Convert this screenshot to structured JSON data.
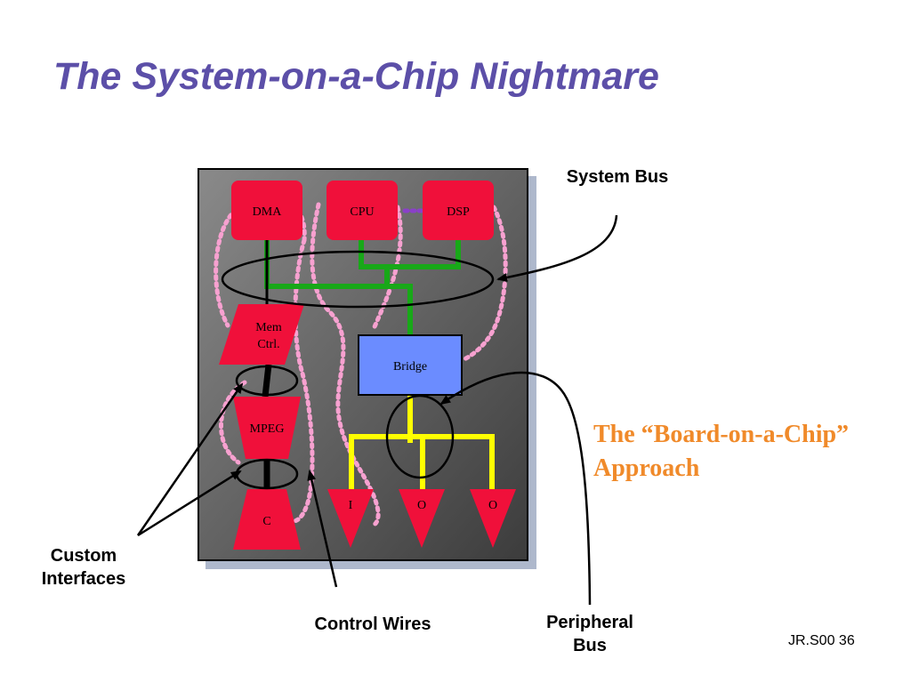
{
  "title": "The System-on-a-Chip Nightmare",
  "blocks": {
    "dma": "DMA",
    "cpu": "CPU",
    "dsp": "DSP",
    "mem_ctrl_line1": "Mem",
    "mem_ctrl_line2": "Ctrl.",
    "mpeg": "MPEG",
    "c": "C",
    "bridge": "Bridge",
    "io_i": "I",
    "io_o1": "O",
    "io_o2": "O"
  },
  "callouts": {
    "system_bus": "System Bus",
    "custom_interfaces_line1": "Custom",
    "custom_interfaces_line2": "Interfaces",
    "control_wires": "Control Wires",
    "peripheral_bus_line1": "Peripheral",
    "peripheral_bus_line2": "Bus"
  },
  "approach": {
    "line1": "The “Board-on-a-Chip”",
    "line2": "Approach"
  },
  "footer": "JR.S00 36",
  "colors": {
    "title": "#5c4fa8",
    "block_red": "#f0103a",
    "bridge_blue": "#6b8cff",
    "system_bus_green": "#18a818",
    "peripheral_bus_yellow": "#ffff00",
    "control_wire_pink": "#f7a1d0",
    "chip_fill": "#5a5a5a",
    "approach_orange": "#f08a2a"
  }
}
